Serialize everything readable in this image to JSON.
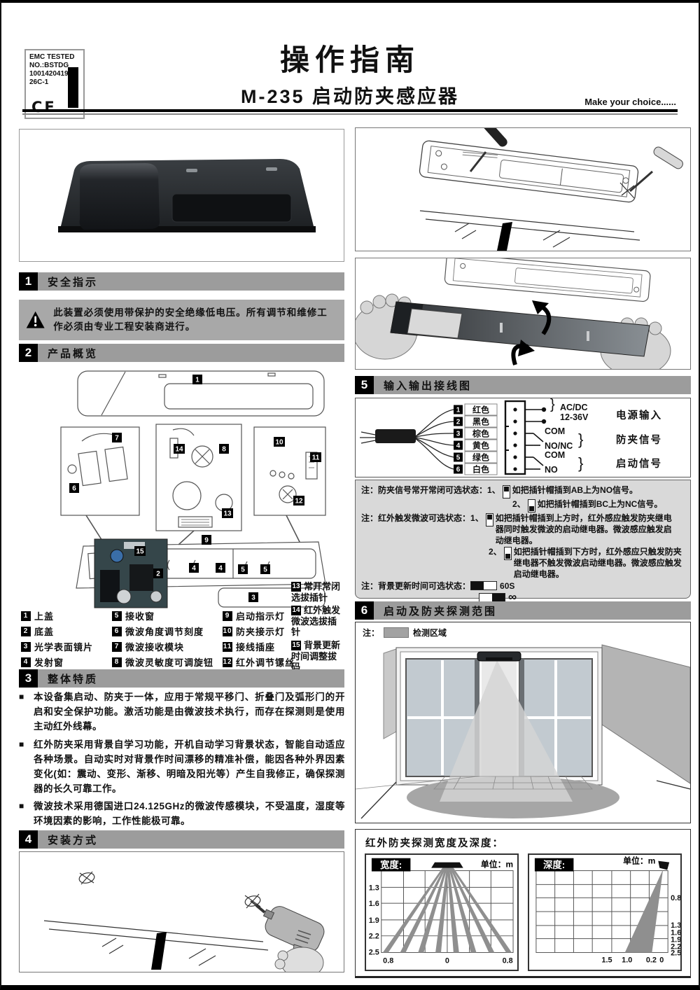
{
  "colors": {
    "section_bar": "#9c9c9c",
    "warning_box": "#a8a8a8",
    "notes_box": "#d9d9d9",
    "detection_area": "#a2a2a2",
    "beam_gray": "#8f8f8f"
  },
  "header": {
    "title": "操作指南",
    "subtitle": "M-235  启动防夹感应器",
    "tagline": "Make  your choice......",
    "emc": {
      "line1": "EMC TESTED",
      "line2": "NO.:BSTDG",
      "line3": "1001420419",
      "line4": "26C-1",
      "ce": "CE"
    }
  },
  "sections": {
    "s1": {
      "num": "1",
      "title": "安全指示"
    },
    "s2": {
      "num": "2",
      "title": "产品概览"
    },
    "s3": {
      "num": "3",
      "title": "整体特质"
    },
    "s4": {
      "num": "4",
      "title": "安装方式"
    },
    "s5": {
      "num": "5",
      "title": "输入输出接线图"
    },
    "s6": {
      "num": "6",
      "title": "启动及防夹探测范围"
    }
  },
  "safety": {
    "text": "此装置必须使用带保护的安全绝缘低电压。所有调节和维修工作必须由专业工程安装商进行。"
  },
  "legend": [
    {
      "num": "1",
      "label": "上盖"
    },
    {
      "num": "2",
      "label": "底盖"
    },
    {
      "num": "3",
      "label": "光学表面镜片"
    },
    {
      "num": "4",
      "label": "发射窗"
    },
    {
      "num": "5",
      "label": "接收窗"
    },
    {
      "num": "6",
      "label": "微波角度调节刻度"
    },
    {
      "num": "7",
      "label": "微波接收模块"
    },
    {
      "num": "8",
      "label": "微波灵敏度可调旋钮"
    },
    {
      "num": "9",
      "label": "启动指示灯"
    },
    {
      "num": "10",
      "label": "防夹接示灯"
    },
    {
      "num": "11",
      "label": "接线插座"
    },
    {
      "num": "12",
      "label": "红外调节镙丝"
    },
    {
      "num": "13",
      "label": "常开常闭选拔插针"
    },
    {
      "num": "14",
      "label": "红外触发微波选拔插针"
    },
    {
      "num": "15",
      "label": "背景更新时间调整拔码"
    }
  ],
  "features": [
    "本设备集启动、防夹于一体，应用于常规平移门、折叠门及弧形门的开启和安全保护功能。激活功能是由微波技术执行，而存在探测则是使用主动红外线幕。",
    "红外防夹采用背景自学习功能，开机自动学习背景状态，智能自动适应各种场景。自动实时对背景作时间漂移的精准补偿，能因各种外界因素变化(如：震动、变形、渐移、明暗及阳光等）产生自我修正，确保探测器的长久可靠工作。",
    "微波技术采用德国进口24.125GHz的微波传感模块，不受温度，湿度等环境因素的影响，工作性能极可靠。"
  ],
  "wiring": {
    "wires": [
      {
        "num": "1",
        "label": "红色"
      },
      {
        "num": "2",
        "label": "黑色"
      },
      {
        "num": "3",
        "label": "棕色"
      },
      {
        "num": "4",
        "label": "黄色"
      },
      {
        "num": "5",
        "label": "绿色"
      },
      {
        "num": "6",
        "label": "白色"
      }
    ],
    "power": {
      "line1": "AC/DC",
      "line2": "12-36V",
      "label": "电源输入"
    },
    "pinch": {
      "line1": "COM",
      "line2": "NO/NC",
      "label": "防夹信号"
    },
    "start": {
      "line1": "COM",
      "line2": "NO",
      "label": "启动信号"
    },
    "notes": [
      {
        "prefix": "注：",
        "label": "防夹信号常开常闭可选状态：",
        "item1_no": "1、",
        "item1": "如把插针帽插到AB上为NO信号。",
        "item2_no": "2、",
        "item2": "如把插针帽插到BC上为NC信号。"
      },
      {
        "prefix": "注：",
        "label": "红外触发微波可选状态：",
        "item1_no": "1、",
        "item1": "如把插针帽插到上方时，红外感应触发防夹继电器同时触发微波的启动继电器。微波感应触发启动继电器。",
        "item2_no": "2、",
        "item2": "如把插针帽插到下方时，红外感应只触发防夹继电器不触发微波启动继电器。微波感应触发启动继电器。"
      },
      {
        "prefix": "注：",
        "label": "背景更新时间可选状态：",
        "opt1": "60S",
        "opt2": "∞"
      }
    ]
  },
  "detection": {
    "prefix": "注：",
    "legend": "检测区域"
  },
  "charts": {
    "heading": "红外防夹探测宽度及深度："
  },
  "chart_data": [
    {
      "type": "area",
      "title": "宽度:",
      "unit": "单位：m",
      "y_ticks": [
        "1.3",
        "1.6",
        "1.9",
        "2.2",
        "2.5"
      ],
      "x_ticks": [
        "0.8",
        "0",
        "0.8"
      ],
      "beams": 8,
      "x_range_m": [
        -0.8,
        0.8
      ],
      "y_range_m": [
        0,
        2.5
      ],
      "grid": "on",
      "note": "8 infrared beams fan from sensor at top center down to ±0.8 m width at 2.5 m mounting height"
    },
    {
      "type": "area",
      "title": "深度:",
      "unit": "单位：m",
      "y_ticks": [
        "0.8",
        "1.3",
        "1.6",
        "1.9",
        "2.2",
        "2.5"
      ],
      "x_ticks": [
        "1.5",
        "1.0",
        "0.2",
        "0"
      ],
      "x_range_m": [
        2.0,
        0
      ],
      "y_range_m": [
        0,
        2.5
      ],
      "grid": "on",
      "beam_floor_extent_m": [
        1.0,
        0.2
      ],
      "note": "beam triangle from sensor at top right down to floor covering depth 0.2–1.0 m"
    }
  ]
}
